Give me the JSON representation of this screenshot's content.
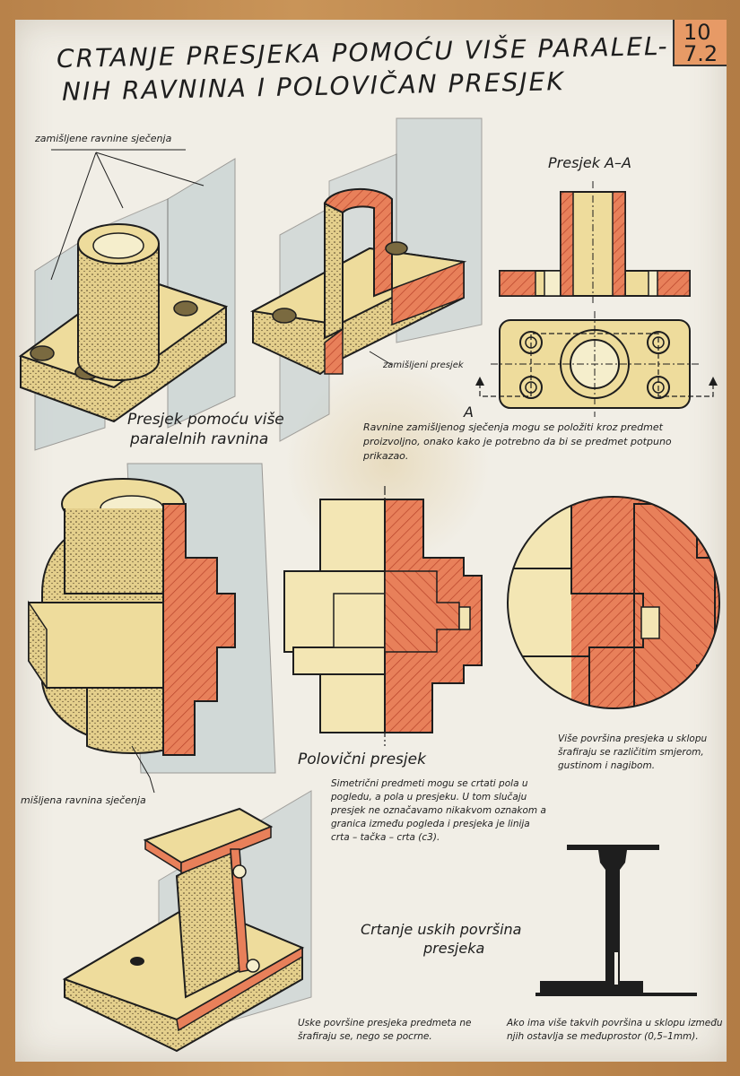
{
  "poster": {
    "code": [
      "10",
      "7.2"
    ],
    "title": [
      "CRTANJE  PRESJEKA  POMOĆU  VIŠE  PARALEL-",
      "NIH  RAVNINA  I  POLOVIČAN  PRESJEK"
    ]
  },
  "section1": {
    "planes_label": "zamišljene ravnine sječenja",
    "caption": [
      "Presjek pomoću više",
      "paralelnih ravnina"
    ],
    "imagined_section_label": "zamišljeni presjek",
    "section_aa_title": "Presjek A–A",
    "cut_mark": "A",
    "note": "Ravnine zamišljenog sječenja mogu se položiti kroz predmet proizvoljno, onako kako je potrebno da bi se predmet potpuno prikazao."
  },
  "section2": {
    "plane_label": "mišljena ravnina sječenja",
    "title": "Polovični presjek",
    "note": "Simetrični predmeti mogu se crtati pola u pogledu, a pola u presjeku. U tom slučaju presjek ne označavamo nikakvom oznakom a granica između pogleda i presjeka je linija crta – tačka – crta (c3).",
    "detail_note": "Više površina presjeka u sklopu šrafiraju se različitim smjerom, gustinom i nagibom."
  },
  "section3": {
    "title": [
      "Crtanje uskih površina",
      "presjeka"
    ],
    "note_left": "Uske površine presjeka predmeta ne šrafiraju se, nego se pocrne.",
    "note_right": "Ako ima više takvih površina u sklopu između njih ostavlja se međuprostor (0,5–1mm)."
  },
  "colors": {
    "paper": "#f1eee6",
    "part": "#eedc9c",
    "section": "#e8805a",
    "plane": "#b8c8cc",
    "ink": "#1e1e1e"
  }
}
